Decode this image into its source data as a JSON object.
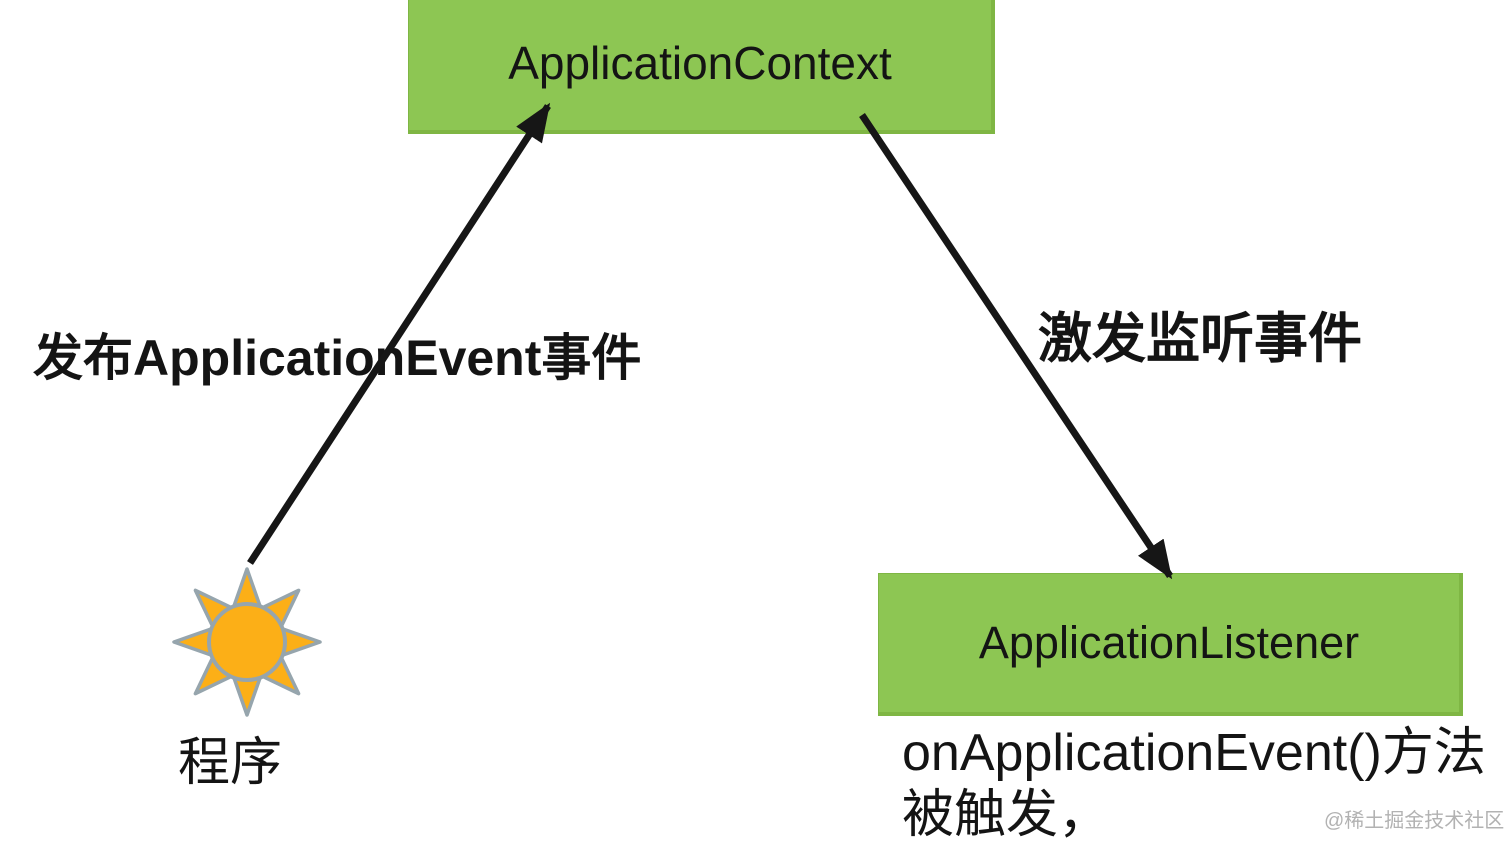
{
  "colors": {
    "background": "#ffffff",
    "box-green": "#8dc653",
    "box-border": "#7fb644",
    "text-dark": "#141414",
    "arrow-black": "#161616",
    "sun-fill": "#fcaf17",
    "sun-stroke": "#96a5ad",
    "watermark-gray": "#b2b2b2"
  },
  "diagram": {
    "nodes": {
      "context": {
        "label": "ApplicationContext"
      },
      "listener": {
        "label": "ApplicationListener"
      },
      "program": {
        "label": "程序",
        "icon": "sun-icon"
      }
    },
    "edges": {
      "publish": {
        "from": "program",
        "to": "context",
        "label": "发布ApplicationEvent事件"
      },
      "trigger": {
        "from": "context",
        "to": "listener",
        "label": "激发监听事件"
      }
    },
    "notes": {
      "listener_note": "onApplicationEvent()方法被触发，"
    }
  },
  "watermark": {
    "text": "@稀土掘金技术社区"
  }
}
